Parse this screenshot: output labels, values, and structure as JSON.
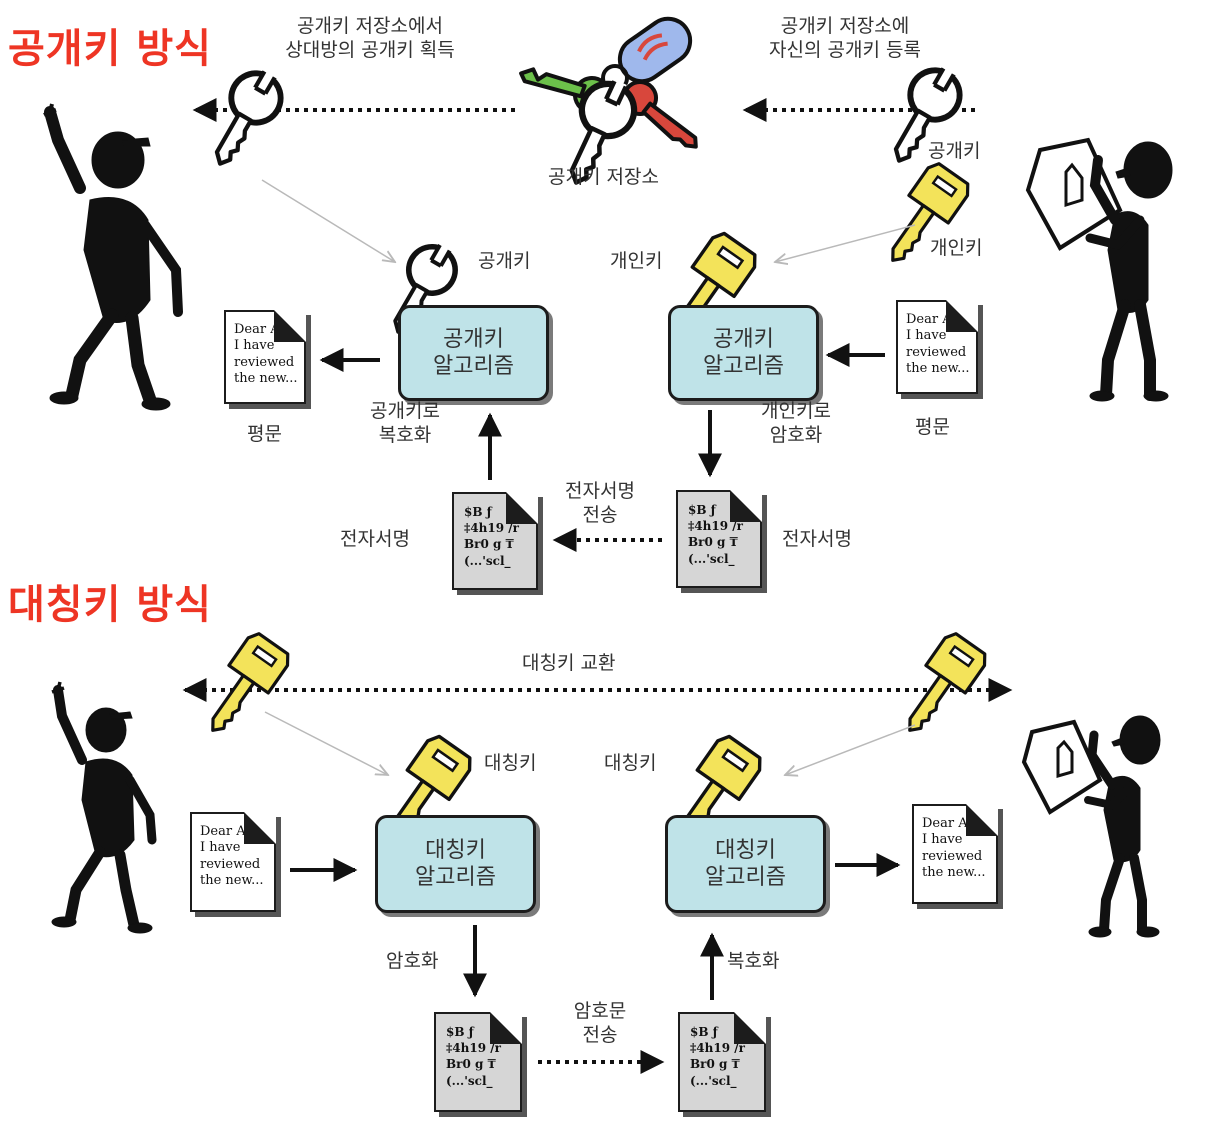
{
  "public": {
    "title": "공개키 방식",
    "store_get": [
      "공개키 저장소에서",
      "상대방의 공개키 획득"
    ],
    "store_register": [
      "공개키 저장소에",
      "자신의 공개키 등록"
    ],
    "store_label": "공개키 저장소",
    "right_pub_key": "공개키",
    "right_priv_key": "개인키",
    "left_key_label": "공개키",
    "right_key_label": "개인키",
    "algo_left": [
      "공개키",
      "알고리즘"
    ],
    "algo_right": [
      "공개키",
      "알고리즘"
    ],
    "decrypt_with_pub": [
      "공개키로",
      "복호화"
    ],
    "encrypt_with_priv": [
      "개인키로",
      "암호화"
    ],
    "plain_left": "평문",
    "plain_right": "평문",
    "sig_transmit": [
      "전자서명",
      "전송"
    ],
    "sig_left": "전자서명",
    "sig_right": "전자서명"
  },
  "symmetric": {
    "title": "대칭키 방식",
    "exchange": "대칭키 교환",
    "left_key_label": "대칭키",
    "right_key_label": "대칭키",
    "algo_left": [
      "대칭키",
      "알고리즘"
    ],
    "algo_right": [
      "대칭키",
      "알고리즘"
    ],
    "encrypt": "암호화",
    "decrypt": "복호화",
    "cipher_transmit": [
      "암호문",
      "전송"
    ]
  },
  "plaintext_doc": [
    "Dear Ali:",
    "I have",
    "reviewed",
    "the new..."
  ],
  "cipher_doc": [
    "$B ƒ",
    "‡4h19 /r",
    "Br0 g ₸",
    "(...'scl_"
  ],
  "colors": {
    "title_red": "#ee3524",
    "algo_box_fill": "#bfe3e8",
    "private_key_yellow": "#f3e35a",
    "public_key_white": "#ffffff",
    "keyring_blue": "#9fb8ec",
    "keyring_green": "#6cc04a",
    "keyring_red": "#d8473c"
  }
}
